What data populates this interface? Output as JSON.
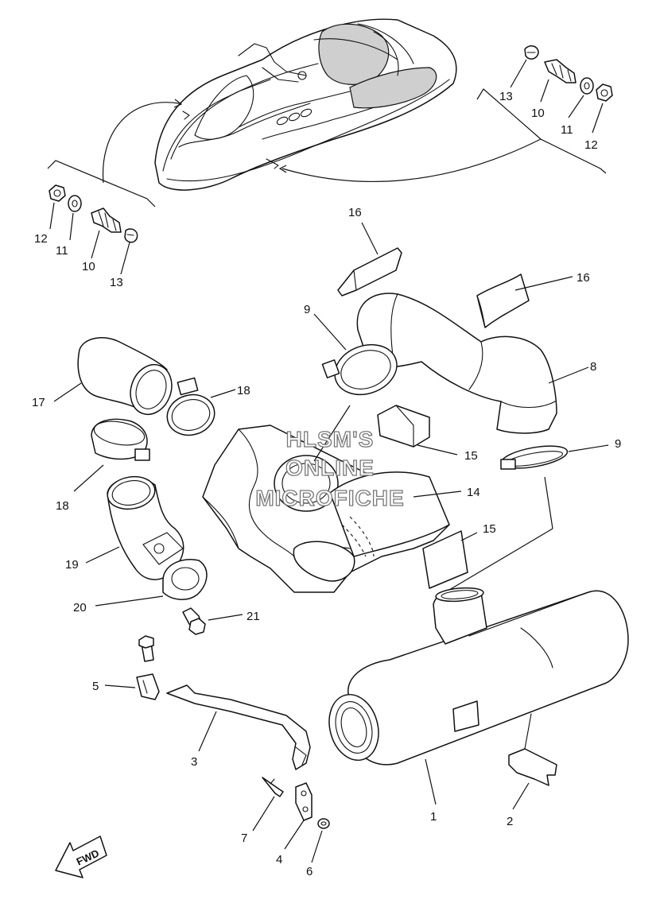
{
  "watermark": {
    "line1": "HLSM'S",
    "line2": "ONLINE",
    "line3": "MICROFICHE"
  },
  "fwd_label": "FWD",
  "callouts": {
    "c1": "1",
    "c2": "2",
    "c3": "3",
    "c4": "4",
    "c5": "5",
    "c6": "6",
    "c7": "7",
    "c8": "8",
    "c9a": "9",
    "c9b": "9",
    "c10l": "10",
    "c10r": "10",
    "c11l": "11",
    "c11r": "11",
    "c12l": "12",
    "c12r": "12",
    "c13l": "13",
    "c13r": "13",
    "c14": "14",
    "c15a": "15",
    "c15b": "15",
    "c16a": "16",
    "c16b": "16",
    "c17": "17",
    "c18a": "18",
    "c18b": "18",
    "c19": "19",
    "c20": "20",
    "c21": "21"
  }
}
